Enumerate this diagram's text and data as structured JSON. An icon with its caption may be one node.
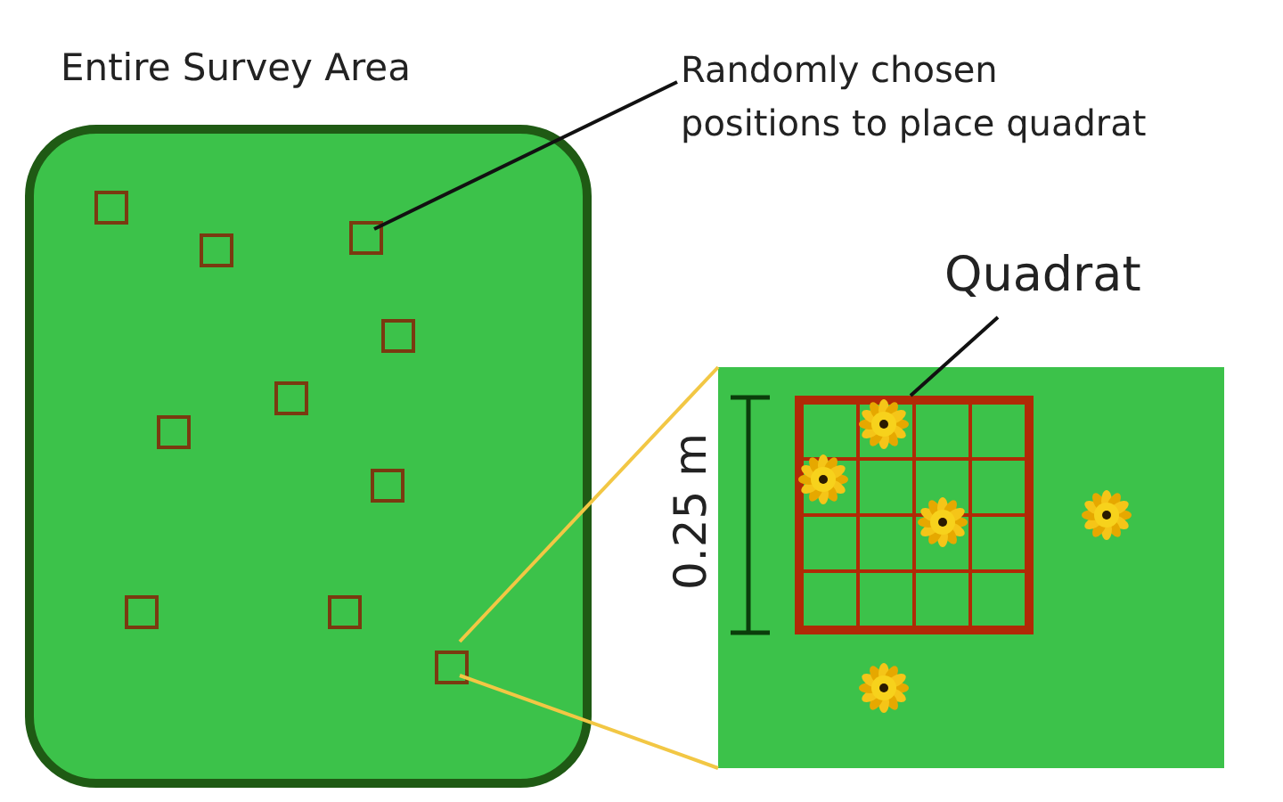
{
  "diagram": {
    "nodes": [
      {
        "text": [
          "Entire Survey Area"
        ]
      },
      {
        "text": [],
        "shape": "box",
        "in": 0
      },
      {
        "text": [],
        "shape": "box",
        "in": 0
      },
      {
        "text": [],
        "shape": "box",
        "in": 0
      },
      {
        "text": [],
        "shape": "box",
        "in": 0
      },
      {
        "text": [],
        "shape": "box",
        "in": 0
      },
      {
        "text": [],
        "shape": "box",
        "in": 0
      },
      {
        "text": [],
        "shape": "box",
        "in": 0
      },
      {
        "text": [],
        "shape": "box",
        "in": 0
      },
      {
        "text": [],
        "shape": "box",
        "in": 0
      },
      {
        "text": [],
        "shape": "box",
        "in": 0
      },
      {
        "text": [
          "Randomly chosen positions to place quadrat"
        ]
      },
      {
        "text": [
          "Quadrat"
        ]
      },
      {
        "text": [],
        "shape": "box"
      },
      {
        "text": [],
        "shape": "box",
        "in": 13
      }
    ],
    "edges": [
      {
        "from": 11,
        "to": 2,
        "arrow": "none"
      },
      {
        "from": 12,
        "to": 14,
        "arrow": "none"
      },
      {
        "from": 10,
        "to": 13,
        "arrow": "none",
        "color": "#f2c744"
      },
      {
        "from": 10,
        "to": 13,
        "arrow": "none",
        "color": "#f2c744"
      }
    ],
    "labels": [
      "0.25 m"
    ]
  }
}
